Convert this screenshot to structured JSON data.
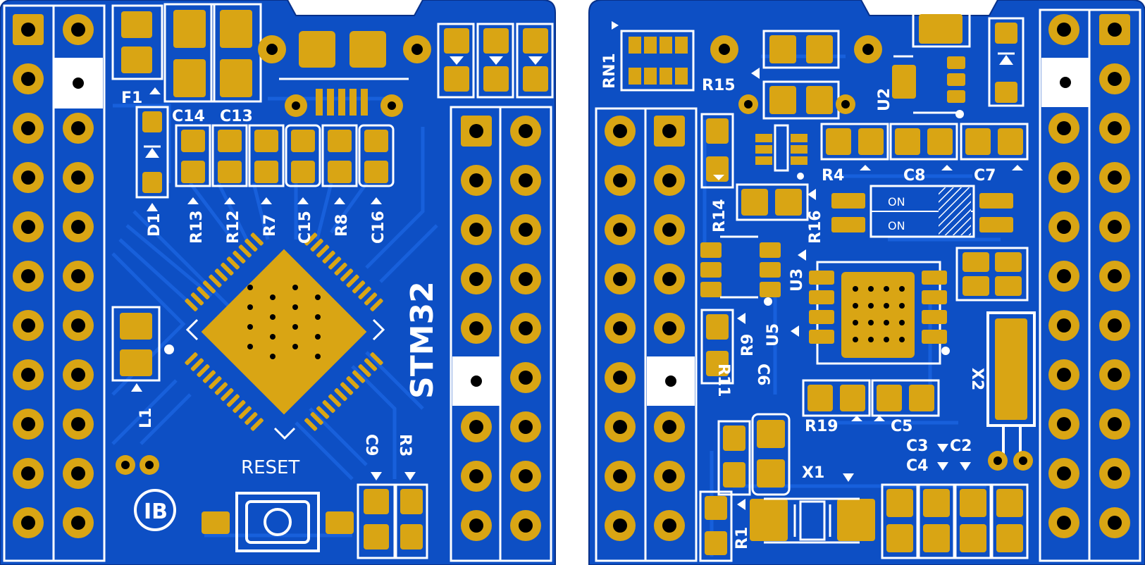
{
  "colors": {
    "board": "#0d4fc4",
    "trace": "#1a63e0",
    "pad": "#d9a514",
    "silk": "#ffffff",
    "drill": "#000000"
  },
  "left_board": {
    "icon": "ib-logo-icon",
    "mcu_label": "STM32",
    "reset_label": "RESET",
    "logo_text": "IB",
    "designators": {
      "f1": "F1",
      "c14": "C14",
      "c13": "C13",
      "d1": "D1",
      "r13": "R13",
      "r12": "R12",
      "r7": "R7",
      "c15": "C15",
      "r8": "R8",
      "c16": "C16",
      "l1": "L1",
      "c9": "C9",
      "r3": "R3"
    }
  },
  "right_board": {
    "designators": {
      "rn1": "RN1",
      "r15": "R15",
      "u2": "U2",
      "r4": "R4",
      "c8": "C8",
      "c7": "C7",
      "r14": "R14",
      "r16": "R16",
      "u3": "U3",
      "u5": "U5",
      "r9": "R9",
      "r11": "R11",
      "c6": "C6",
      "r19": "R19",
      "c5": "C5",
      "x2": "X2",
      "c3": "C3",
      "c2": "C2",
      "c4": "C4",
      "x1": "X1",
      "r1": "R1"
    },
    "switch_labels": [
      "ON",
      "ON"
    ]
  }
}
